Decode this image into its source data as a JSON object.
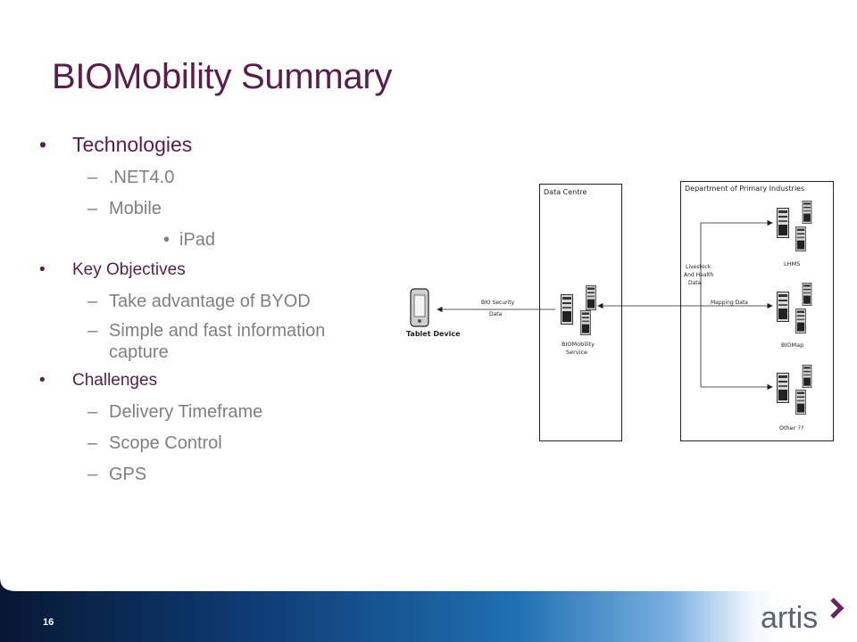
{
  "title": "BIOMobility Summary",
  "bullets": {
    "technologies": {
      "label": "Technologies",
      "items": [
        ".NET4.0",
        "Mobile"
      ],
      "sub_items": [
        "iPad"
      ]
    },
    "objectives": {
      "label": "Key Objectives",
      "items": [
        "Take advantage of BYOD",
        "Simple and fast information capture"
      ]
    },
    "challenges": {
      "label": "Challenges",
      "items": [
        "Delivery Timeframe",
        "Scope Control",
        "GPS"
      ]
    }
  },
  "diagram": {
    "data_centre_label": "Data Centre",
    "dpi_label": "Department of Primary Industries",
    "tablet_label": "Tablet Device",
    "bio_security_label": [
      "BIO Security",
      "Data"
    ],
    "service_label": [
      "BIOMobility",
      "Service"
    ],
    "livestock_label": [
      "Livestock",
      "And Health",
      "Data"
    ],
    "mapping_label": "Mapping Data",
    "lhms_label": "LHMS",
    "biomap_label": "BIOMap",
    "other_label": "Other ??"
  },
  "footer": {
    "page_number": "16",
    "logo_text": "artis"
  },
  "colors": {
    "title": "#5b1c4e",
    "sub_bullet": "#7f7f7f",
    "footer_dark": "#071733",
    "footer_mid": "#1f6fb1",
    "logo_text": "#5a6472",
    "logo_accent": "#6b2460"
  }
}
